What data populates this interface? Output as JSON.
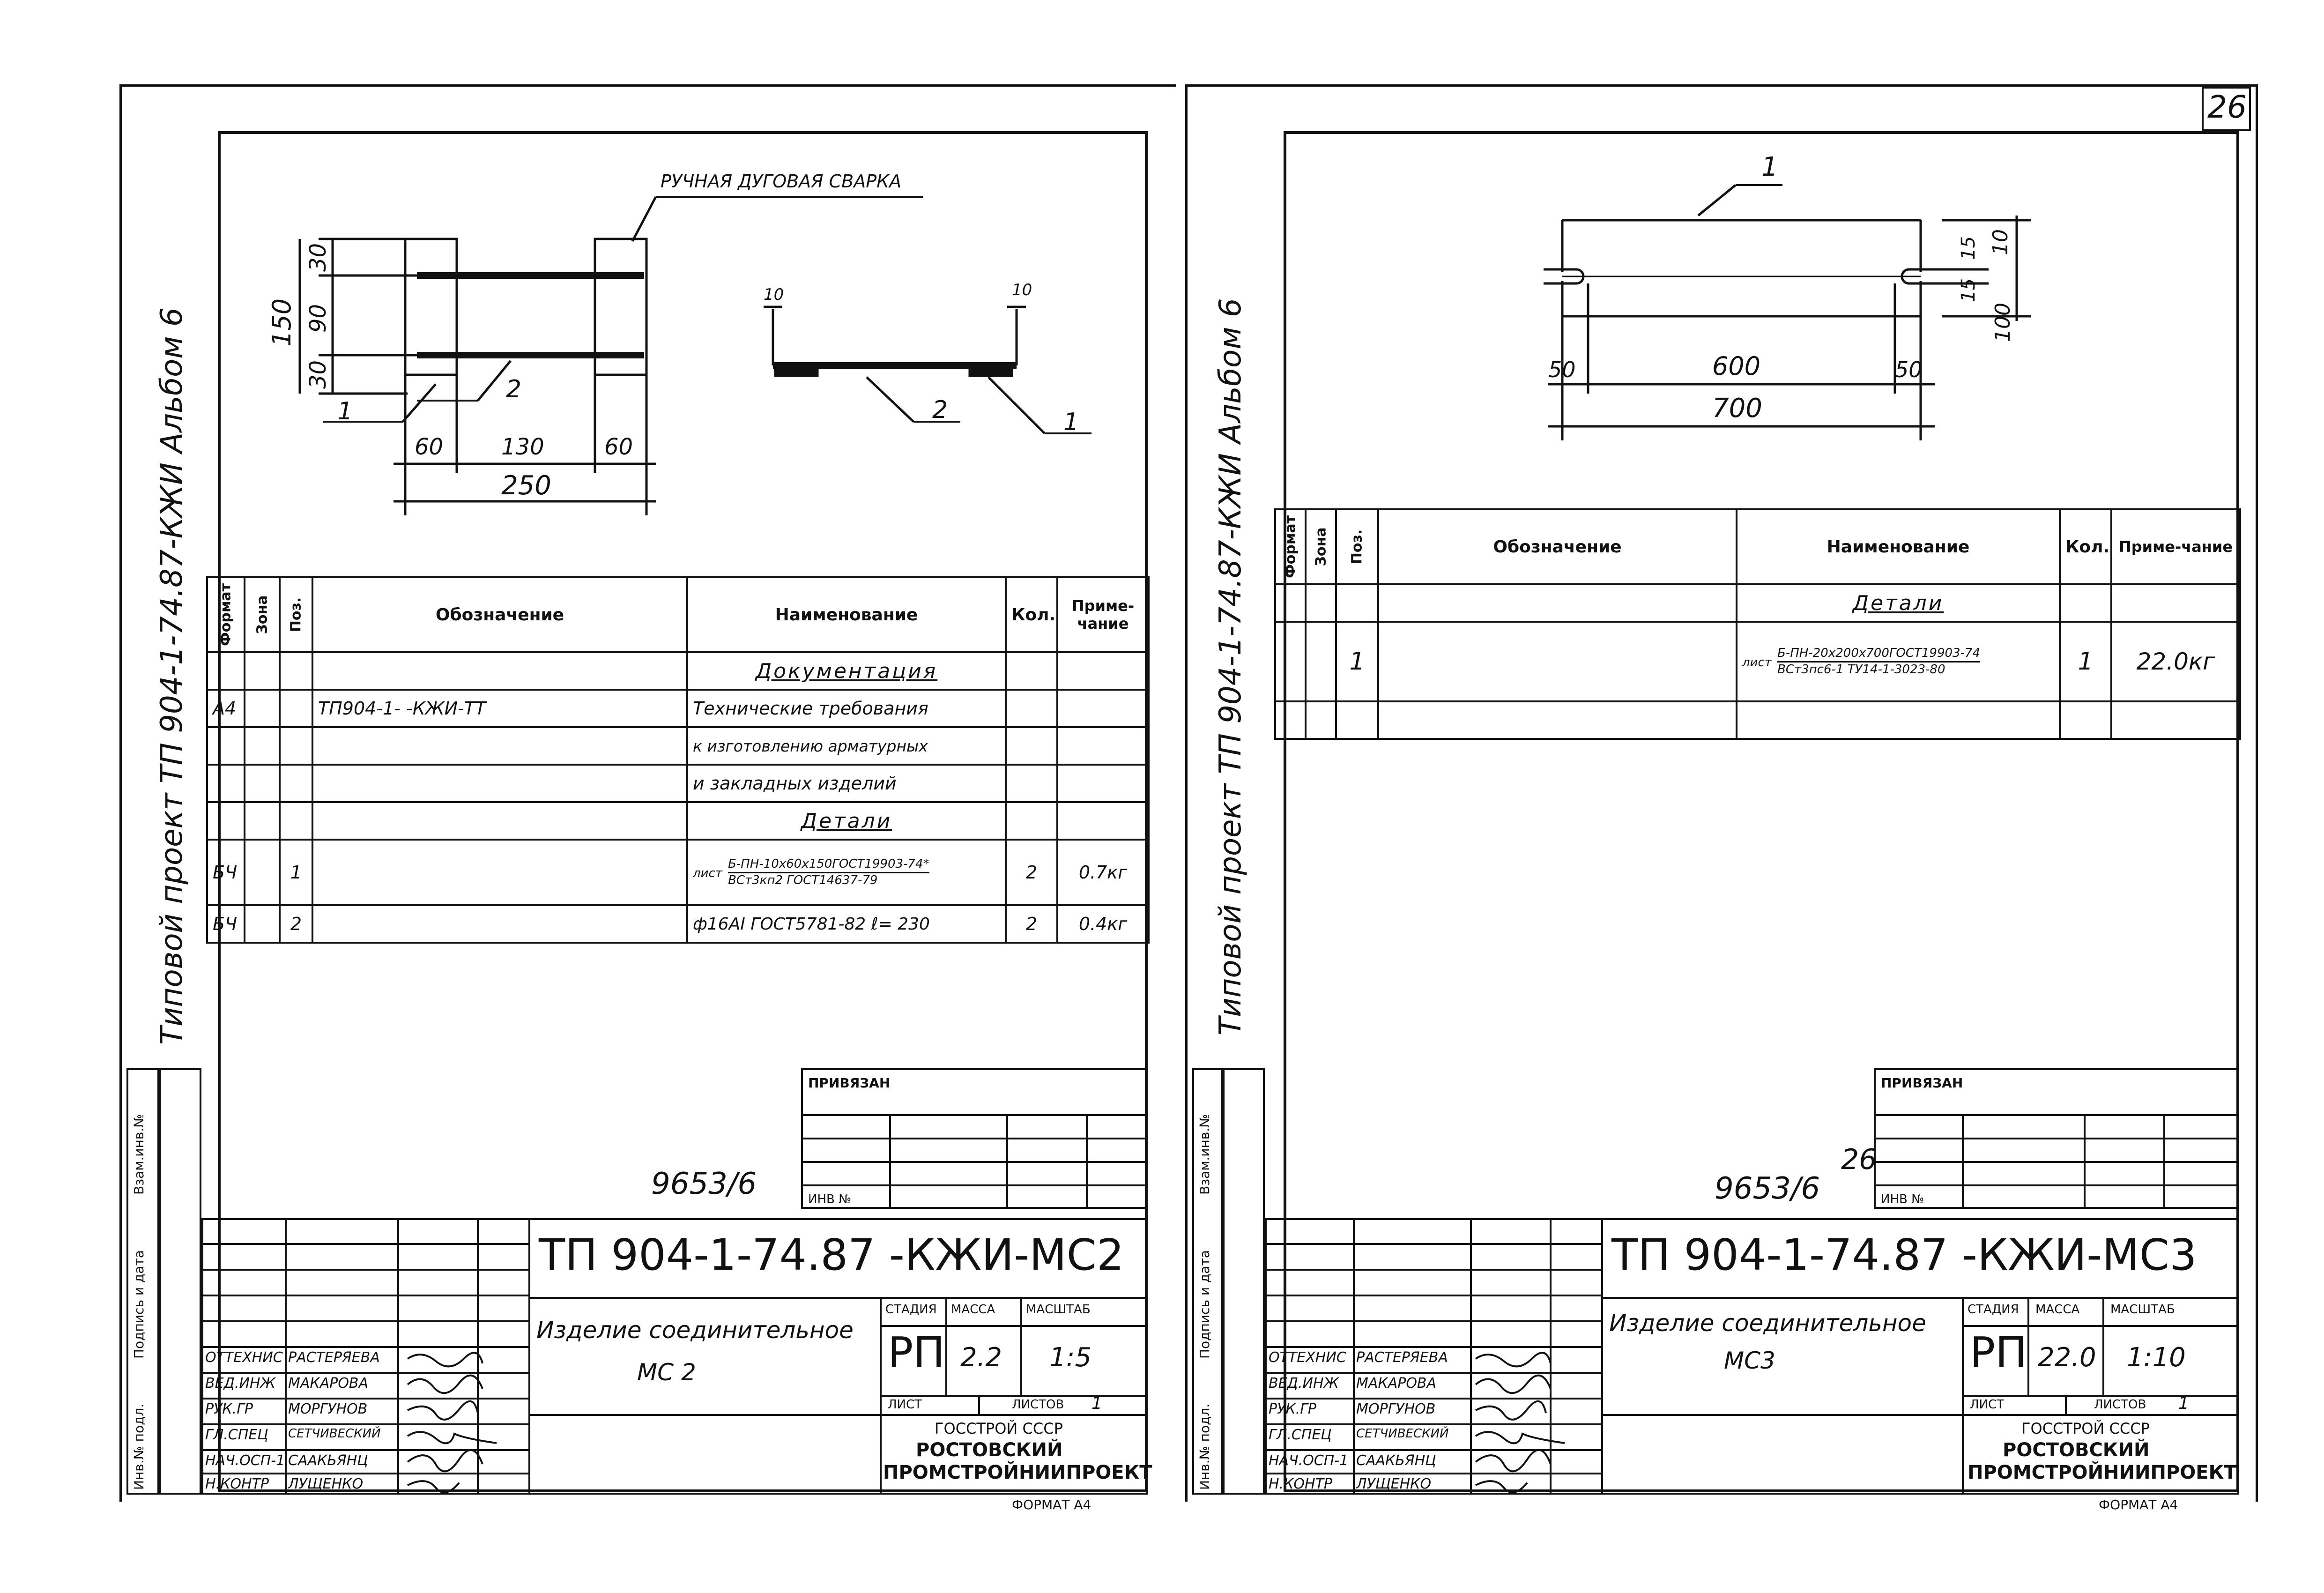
{
  "page_number": "26",
  "format_label": "ФОРМАТ А4",
  "left": {
    "side_title": "Типовой проект ТП 904-1-74.87-КЖИ Альбом 6",
    "weld_note": "РУЧНАЯ ДУГОВАЯ СВАРКА",
    "dims": {
      "d150": "150",
      "d30a": "30",
      "d90": "90",
      "d30b": "30",
      "d60a": "60",
      "d130": "130",
      "d60b": "60",
      "d250": "250",
      "d10a": "10",
      "d10b": "10"
    },
    "pos_labels": {
      "p1": "1",
      "p2": "2",
      "p2b": "2",
      "p1b": "1"
    },
    "spec": {
      "headers": {
        "format": "Формат",
        "zone": "Зона",
        "pos": "Поз.",
        "designation": "Обозначение",
        "name": "Наименование",
        "qty": "Кол.",
        "note": "Приме-чание"
      },
      "rows": [
        {
          "format": "",
          "zone": "",
          "pos": "",
          "designation": "",
          "name": "Документация",
          "qty": "",
          "note": "",
          "section": true
        },
        {
          "format": "А4",
          "zone": "",
          "pos": "",
          "designation": "ТП904-1-     -КЖИ-ТТ",
          "name": "Технические требования",
          "qty": "",
          "note": ""
        },
        {
          "format": "",
          "zone": "",
          "pos": "",
          "designation": "",
          "name": "к изготовлению арматурных",
          "qty": "",
          "note": ""
        },
        {
          "format": "",
          "zone": "",
          "pos": "",
          "designation": "",
          "name": "и закладных изделий",
          "qty": "",
          "note": ""
        },
        {
          "format": "",
          "zone": "",
          "pos": "",
          "designation": "",
          "name": "Детали",
          "qty": "",
          "note": "",
          "section": true
        },
        {
          "format": "БЧ",
          "zone": "",
          "pos": "1",
          "designation": "",
          "name_prefix": "лист",
          "name_top": "Б-ПН-10х60х150ГОСТ19903-74*",
          "name_bot": "ВСт3кп2 ГОСТ14637-79",
          "qty": "2",
          "note": "0.7кг"
        },
        {
          "format": "БЧ",
          "zone": "",
          "pos": "2",
          "designation": "",
          "name": "ф16АI ГОСТ5781-82 ℓ= 230",
          "qty": "2",
          "note": "0.4кг"
        }
      ]
    },
    "stamp_small": {
      "header": "ПРИВЯЗАН",
      "inv": "ИНВ №"
    },
    "archive_no": "9653/6",
    "side_cols": [
      "Взам.инв.№",
      "Подпись и дата",
      "Инв.№ подл."
    ],
    "code": "ТП 904-1-74.87 -КЖИ-МС2",
    "part_name_l1": "Изделие соединительное",
    "part_name_l2": "МС 2",
    "stage_header": "СТАДИЯ",
    "mass_header": "МАССА",
    "scale_header": "МАСШТАБ",
    "stage": "РП",
    "mass": "2.2",
    "scale": "1:5",
    "sheet_label": "ЛИСТ",
    "sheets_label": "ЛИСТОВ",
    "sheets_value": "1",
    "org1": "ГОССТРОЙ СССР",
    "org2": "РОСТОВСКИЙ",
    "org3": "ПРОМСТРОЙНИИПРОЕКТ",
    "people": [
      {
        "role": "ОТТЕХНИС",
        "name": "РАСТЕРЯЕВА"
      },
      {
        "role": "ВЕД.ИНЖ",
        "name": "МАКАРОВА"
      },
      {
        "role": "РУК.ГР",
        "name": "МОРГУНОВ"
      },
      {
        "role": "ГЛ.СПЕЦ",
        "name": "СЕТЧИВЕСКИЙ"
      },
      {
        "role": "НАЧ.ОСП-1",
        "name": "СААКЬЯНЦ"
      },
      {
        "role": "Н.КОНТР",
        "name": "ЛУЩЕНКО"
      }
    ]
  },
  "right": {
    "side_title": "Типовой проект ТП 904-1-74.87-КЖИ Альбом 6",
    "dims": {
      "d600": "600",
      "d50a": "50",
      "d50b": "50",
      "d700": "700",
      "d10t": "10",
      "d15a": "15",
      "d15b": "15",
      "d100": "100"
    },
    "pos_labels": {
      "p1": "1"
    },
    "spec": {
      "headers": {
        "format": "Формат",
        "zone": "Зона",
        "pos": "Поз.",
        "designation": "Обозначение",
        "name": "Наименование",
        "qty": "Кол.",
        "note": "Приме-чание"
      },
      "rows": [
        {
          "format": "",
          "zone": "",
          "pos": "",
          "designation": "",
          "name": "Детали",
          "qty": "",
          "note": "",
          "section": true
        },
        {
          "format": "",
          "zone": "",
          "pos": "1",
          "designation": "",
          "name_prefix": "лист",
          "name_top": "Б-ПН-20х200х700ГОСТ19903-74",
          "name_bot": "ВСт3пс6-1 ТУ14-1-3023-80",
          "qty": "1",
          "note": "22.0кг"
        },
        {
          "format": "",
          "zone": "",
          "pos": "",
          "designation": "",
          "name": "",
          "qty": "",
          "note": ""
        }
      ]
    },
    "stamp_small": {
      "header": "ПРИВЯЗАН",
      "inv": "ИНВ №"
    },
    "archive_no": "9653/6",
    "archive_sup": "26",
    "side_cols": [
      "Взам.инв.№",
      "Подпись и дата",
      "Инв.№ подл."
    ],
    "code": "ТП 904-1-74.87 -КЖИ-МС3",
    "part_name_l1": "Изделие соединительное",
    "part_name_l2": "МС3",
    "stage_header": "СТАДИЯ",
    "mass_header": "МАССА",
    "scale_header": "МАСШТАБ",
    "stage": "РП",
    "mass": "22.0",
    "scale": "1:10",
    "sheet_label": "ЛИСТ",
    "sheets_label": "ЛИСТОВ",
    "sheets_value": "1",
    "org1": "ГОССТРОЙ СССР",
    "org2": "РОСТОВСКИЙ",
    "org3": "ПРОМСТРОЙНИИПРОЕКТ",
    "people": [
      {
        "role": "ОТТЕХНИС",
        "name": "РАСТЕРЯЕВА"
      },
      {
        "role": "ВЕД.ИНЖ",
        "name": "МАКАРОВА"
      },
      {
        "role": "РУК.ГР",
        "name": "МОРГУНОВ"
      },
      {
        "role": "ГЛ.СПЕЦ",
        "name": "СЕТЧИВЕСКИЙ"
      },
      {
        "role": "НАЧ.ОСП-1",
        "name": "СААКЬЯНЦ"
      },
      {
        "role": "Н.КОНТР",
        "name": "ЛУЩЕНКО"
      }
    ]
  }
}
